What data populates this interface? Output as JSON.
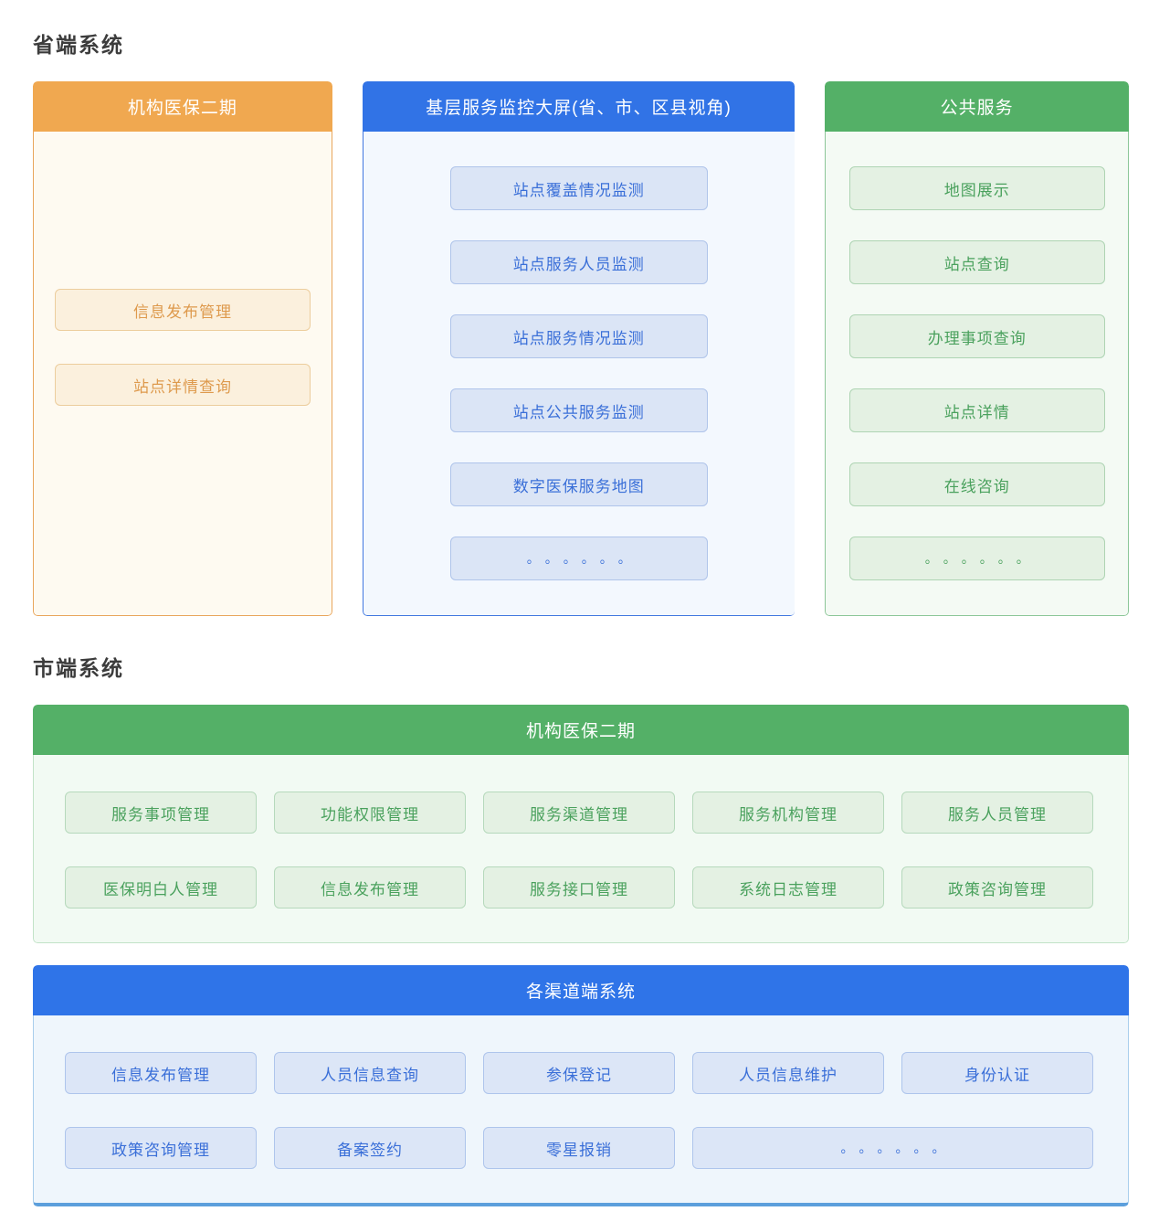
{
  "page": {
    "province_heading": "省端系统",
    "city_heading": "市端系统"
  },
  "province": {
    "org_panel": {
      "title": "机构医保二期",
      "buttons": [
        "信息发布管理",
        "站点详情查询"
      ]
    },
    "monitor_panel": {
      "title": "基层服务监控大屏(省、市、区县视角)",
      "buttons": [
        "站点覆盖情况监测",
        "站点服务人员监测",
        "站点服务情况监测",
        "站点公共服务监测",
        "数字医保服务地图",
        "。。。。。。"
      ]
    },
    "public_panel": {
      "title": "公共服务",
      "buttons": [
        "地图展示",
        "站点查询",
        "办理事项查询",
        "站点详情",
        "在线咨询",
        "。。。。。。"
      ]
    }
  },
  "city": {
    "org_panel": {
      "title": "机构医保二期",
      "rows": [
        [
          "服务事项管理",
          "功能权限管理",
          "服务渠道管理",
          "服务机构管理",
          "服务人员管理"
        ],
        [
          "医保明白人管理",
          "信息发布管理",
          "服务接口管理",
          "系统日志管理",
          "政策咨询管理"
        ]
      ]
    },
    "channel_panel": {
      "title": "各渠道端系统",
      "rows": [
        [
          "信息发布管理",
          "人员信息查询",
          "参保登记",
          "人员信息维护",
          "身份认证"
        ],
        [
          "政策咨询管理",
          "备案签约",
          "零星报销",
          "。。。。。。"
        ]
      ]
    }
  },
  "colors": {
    "orange_header": "#f0a850",
    "orange_border": "#e9a65c",
    "orange_button_text": "#de9a4d",
    "blue_header": "#3173e6",
    "blue_button_bg": "#dbe5f6",
    "blue_button_text": "#3a6fd8",
    "green_header": "#54b067",
    "green_button_bg": "#e4f1e3",
    "green_button_text": "#4aa15d",
    "city_blue_bottom_edge": "#5c9fdc",
    "heading_text": "#3c3c3c"
  }
}
